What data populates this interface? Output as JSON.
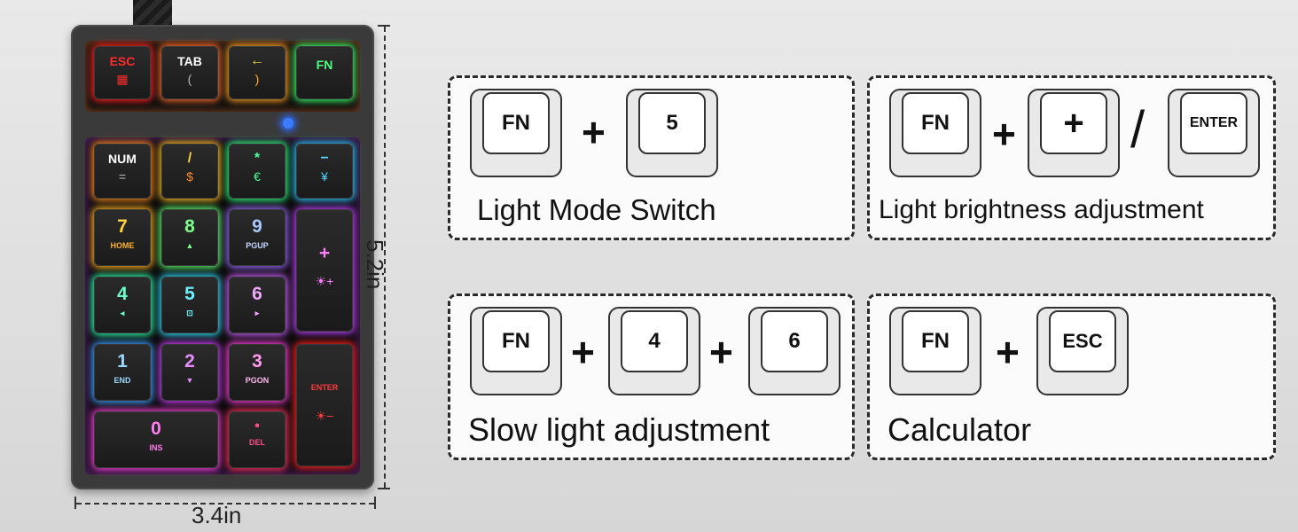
{
  "keypad": {
    "top_row": [
      {
        "label": "ESC",
        "sub": "▦",
        "color": "#ff2b2b"
      },
      {
        "label": "TAB",
        "sub": "(",
        "color": "#ffffff"
      },
      {
        "label": "←",
        "sub": ")",
        "color": "#ffd23a"
      },
      {
        "label": "FN",
        "sub": "",
        "color": "#4cff7a"
      }
    ],
    "rows": [
      {
        "label": "NUM",
        "sub": "=",
        "color": "#ffffff"
      },
      {
        "label": "/",
        "sub": "$",
        "color": "#ffb02a"
      },
      {
        "label": "*",
        "sub": "€",
        "color": "#4cff9a"
      },
      {
        "label": "−",
        "sub": "¥",
        "color": "#4cd9ff"
      },
      {
        "label": "7",
        "sub": "HOME",
        "color": "#ffd23a"
      },
      {
        "label": "8",
        "sub": "▲",
        "color": "#7cff8a"
      },
      {
        "label": "9",
        "sub": "PGUP",
        "color": "#a8c8ff"
      },
      {
        "label": "+",
        "sub": "☀+",
        "color": "#ff7cff"
      },
      {
        "label": "4",
        "sub": "◂",
        "color": "#6effc8"
      },
      {
        "label": "5",
        "sub": "⊡",
        "color": "#6ef0ff"
      },
      {
        "label": "6",
        "sub": "▸",
        "color": "#f0a8ff"
      },
      {
        "label": "1",
        "sub": "END",
        "color": "#9ad8ff"
      },
      {
        "label": "2",
        "sub": "▼",
        "color": "#e58cff"
      },
      {
        "label": "3",
        "sub": "PGON",
        "color": "#ff9cf0"
      },
      {
        "label": "ENTER",
        "sub": "☀−",
        "color": "#ff3a3a"
      },
      {
        "label": "0",
        "sub": "INS",
        "color": "#ff7cf0"
      },
      {
        "label": "•",
        "sub": "DEL",
        "color": "#ff4d8a"
      }
    ]
  },
  "dimensions": {
    "height": "5.2in",
    "width": "3.4in"
  },
  "panels": [
    {
      "keys": [
        "FN",
        "5"
      ],
      "separators": [
        "+"
      ],
      "caption": "Light Mode Switch"
    },
    {
      "keys": [
        "FN",
        "+",
        "ENTER"
      ],
      "separators": [
        "+",
        "/"
      ],
      "caption": "Light brightness adjustment"
    },
    {
      "keys": [
        "FN",
        "4",
        "6"
      ],
      "separators": [
        "+",
        "+"
      ],
      "caption": "Slow light adjustment"
    },
    {
      "keys": [
        "FN",
        "ESC"
      ],
      "separators": [
        "+"
      ],
      "caption": "Calculator"
    }
  ]
}
